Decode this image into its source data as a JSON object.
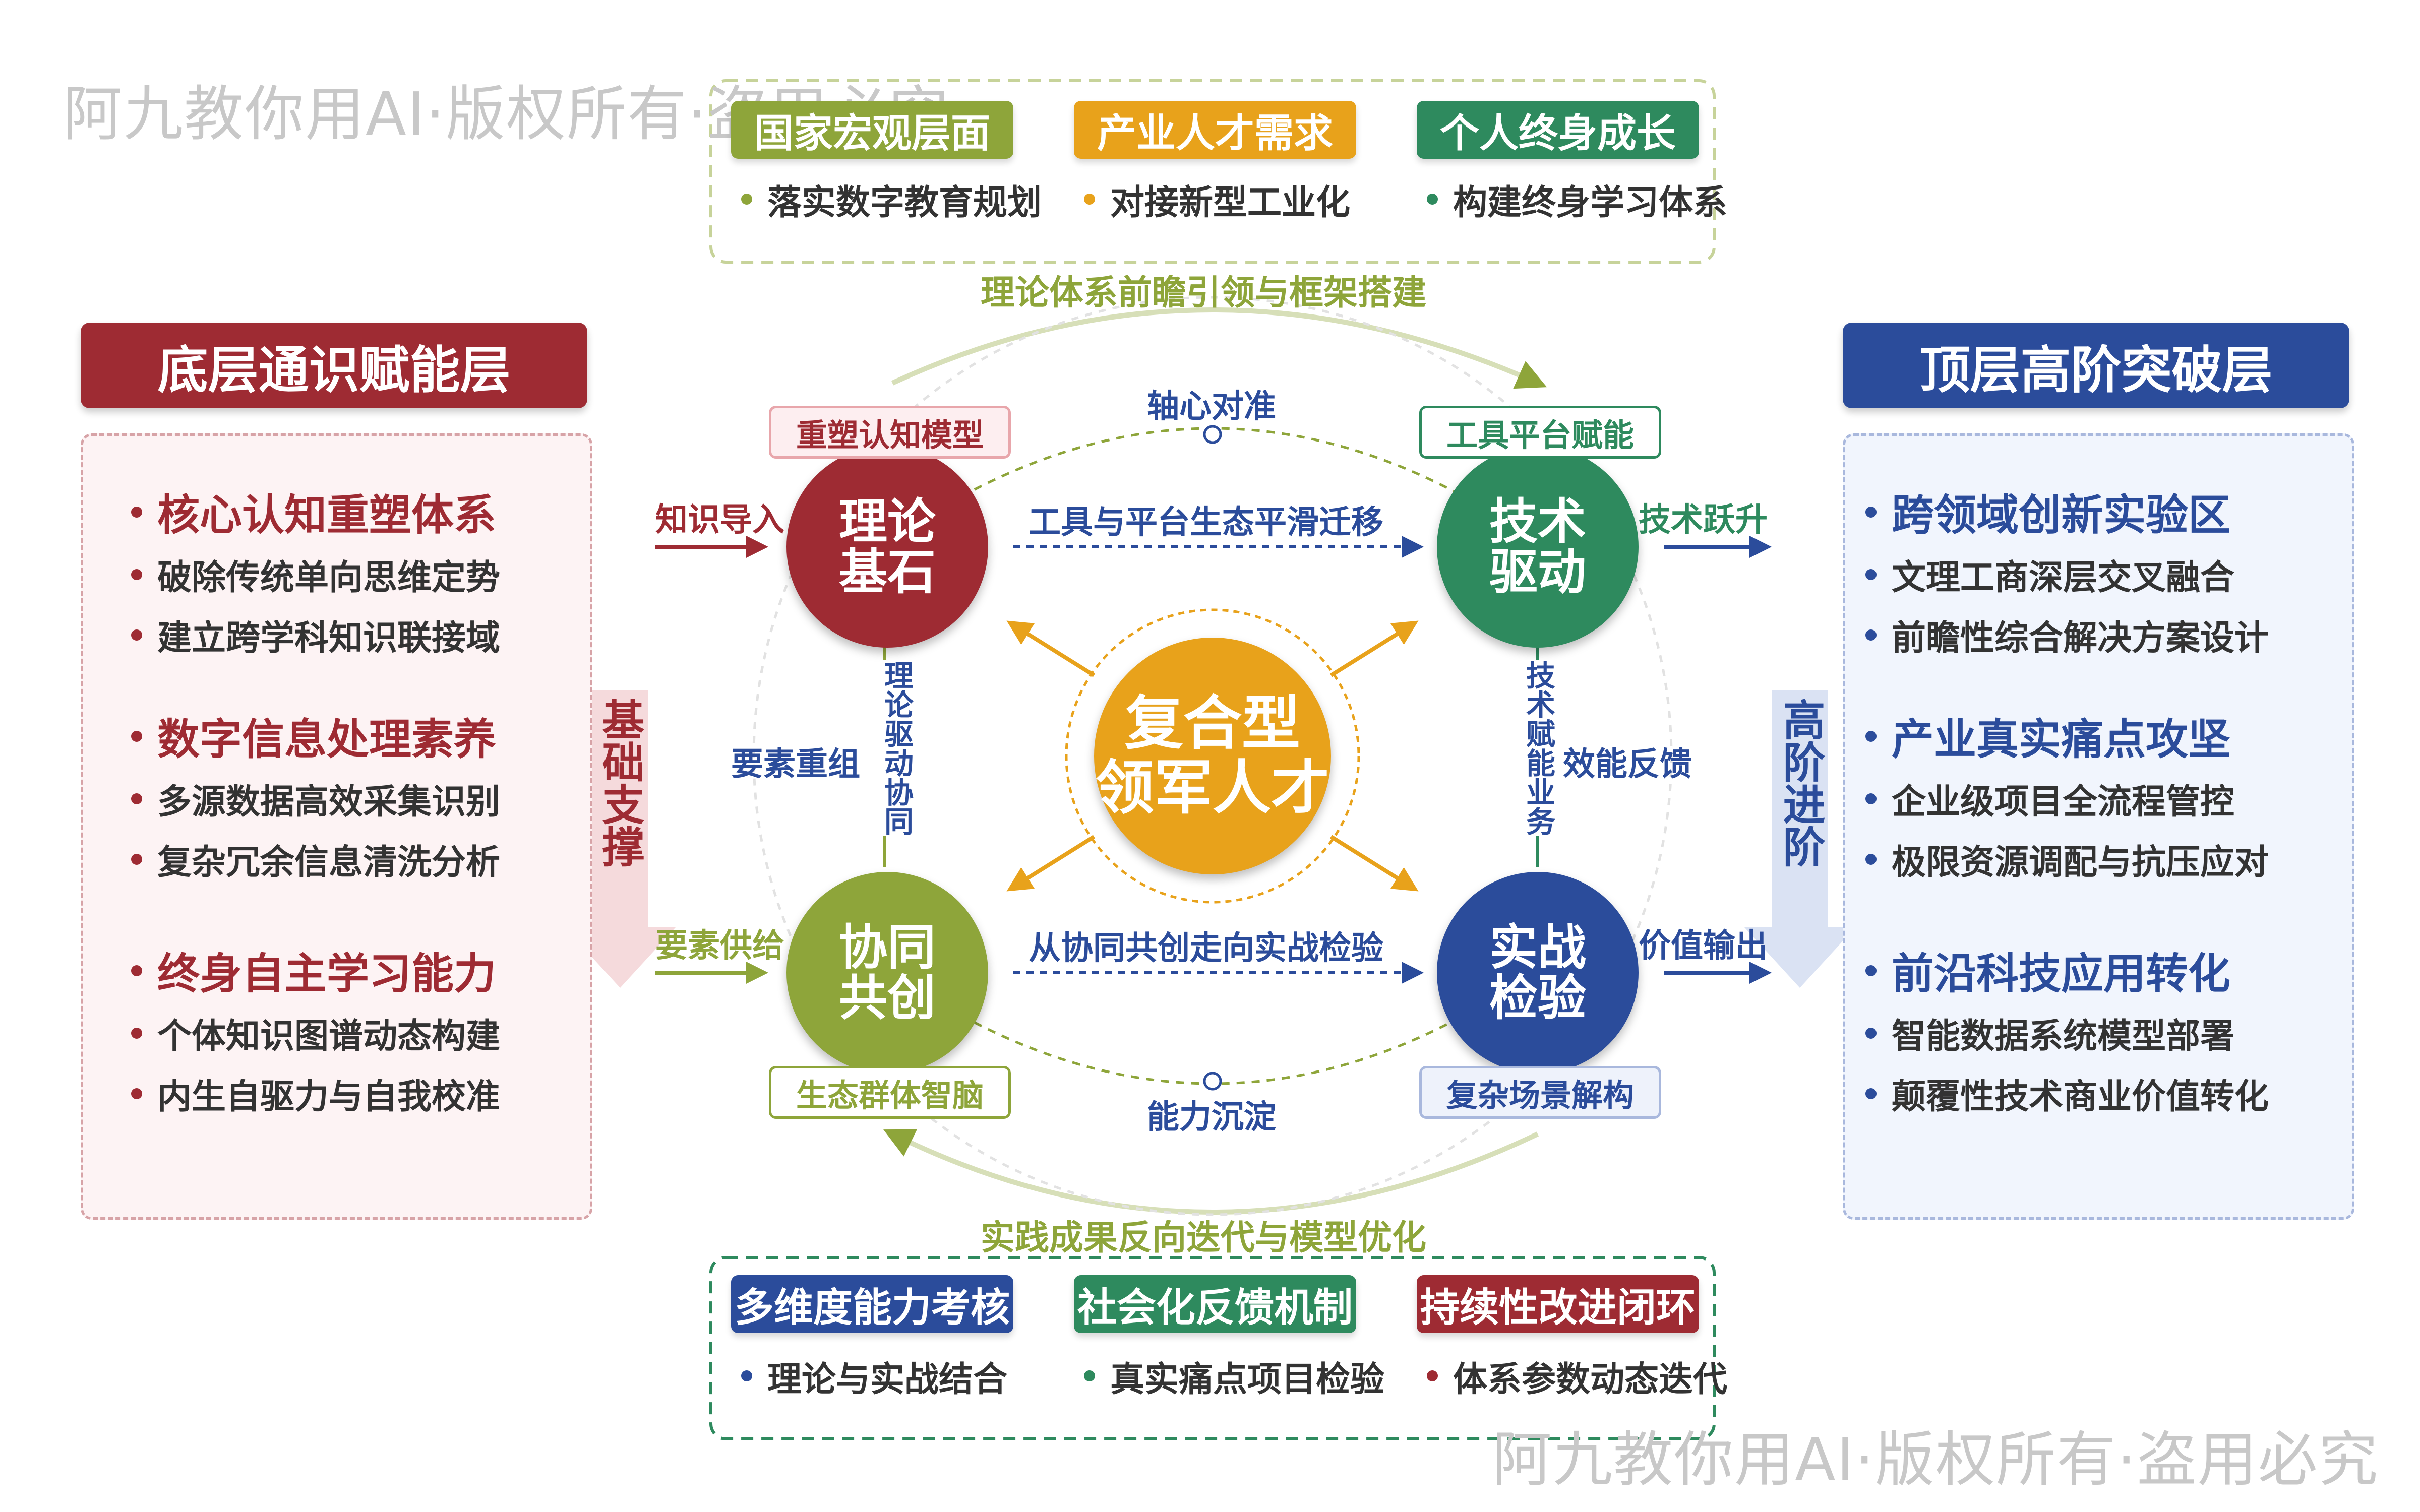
{
  "watermark": {
    "text": "阿九教你用AI·版权所有·盗用必究"
  },
  "colors": {
    "red": "#9e2b33",
    "olive": "#8ea53a",
    "orange": "#e8a21b",
    "green": "#2e8a5e",
    "navy": "#2b4c9b"
  },
  "top": {
    "tags": [
      "国家宏观层面",
      "产业人才需求",
      "个人终身成长"
    ],
    "bullets": [
      "落实数字教育规划",
      "对接新型工业化",
      "构建终身学习体系"
    ]
  },
  "bottom": {
    "tags": [
      "多维度能力考核",
      "社会化反馈机制",
      "持续性改进闭环"
    ],
    "bullets": [
      "理论与实战结合",
      "真实痛点项目检验",
      "体系参数动态迭代"
    ]
  },
  "arcs": {
    "top": "理论体系前瞻引领与框架搭建",
    "bottom": "实践成果反向迭代与模型优化"
  },
  "left": {
    "title": "底层通识赋能层",
    "groups": [
      {
        "head": "核心认知重塑体系",
        "items": [
          "破除传统单向思维定势",
          "建立跨学科知识联接域"
        ]
      },
      {
        "head": "数字信息处理素养",
        "items": [
          "多源数据高效采集识别",
          "复杂冗余信息清洗分析"
        ]
      },
      {
        "head": "终身自主学习能力",
        "items": [
          "个体知识图谱动态构建",
          "内生自驱力与自我校准"
        ]
      }
    ],
    "arrow_text": "基础支撑"
  },
  "right": {
    "title": "顶层高阶突破层",
    "groups": [
      {
        "head": "跨领域创新实验区",
        "items": [
          "文理工商深层交叉融合",
          "前瞻性综合解决方案设计"
        ]
      },
      {
        "head": "产业真实痛点攻坚",
        "items": [
          "企业级项目全流程管控",
          "极限资源调配与抗压应对"
        ]
      },
      {
        "head": "前沿科技应用转化",
        "items": [
          "智能数据系统模型部署",
          "颠覆性技术商业价值转化"
        ]
      }
    ],
    "arrow_text": "高阶进阶"
  },
  "center": {
    "title_line1": "复合型",
    "title_line2": "领军人才"
  },
  "nodes": {
    "theory": {
      "line1": "理论",
      "line2": "基石",
      "tag": "重塑认知模型"
    },
    "tech": {
      "line1": "技术",
      "line2": "驱动",
      "tag": "工具平台赋能"
    },
    "collab": {
      "line1": "协同",
      "line2": "共创",
      "tag": "生态群体智脑"
    },
    "combat": {
      "line1": "实战",
      "line2": "检验",
      "tag": "复杂场景解构"
    }
  },
  "flows": {
    "axis_align": "轴心对准",
    "capability_settle": "能力沉淀",
    "theory_to_tech": "工具与平台生态平滑迁移",
    "collab_to_combat": "从协同共创走向实战检验",
    "element_reorg": "要素重组",
    "theory_drives_collab": "理论驱动协同",
    "efficiency_feedback": "效能反馈",
    "tech_empowers_business": "技术赋能业务",
    "knowledge_import": "知识导入",
    "tech_leap": "技术跃升",
    "element_supply": "要素供给",
    "value_output": "价值输出"
  }
}
